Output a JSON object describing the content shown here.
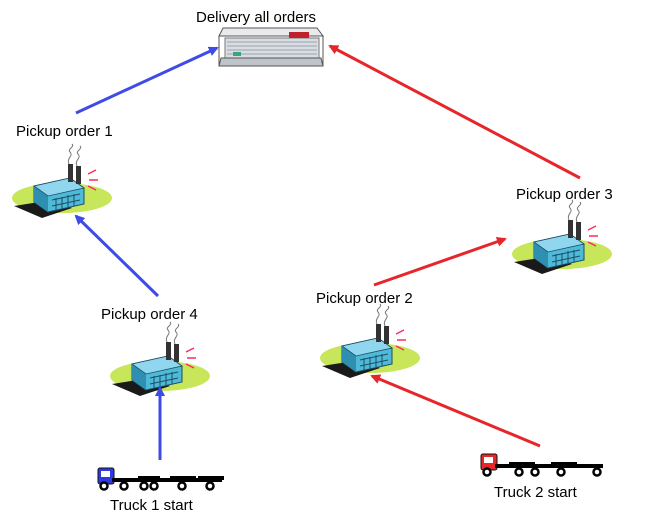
{
  "labels": {
    "delivery": "Delivery all orders",
    "pickup_1": "Pickup order 1",
    "pickup_2": "Pickup order 2",
    "pickup_3": "Pickup order 3",
    "pickup_4": "Pickup order 4",
    "truck_1_start": "Truck 1 start",
    "truck_2_start": "Truck 2 start"
  },
  "routes": [
    {
      "truck": "Truck 1",
      "color": "#3f4be6",
      "stops": [
        "Truck 1 start",
        "Pickup order 4",
        "Pickup order 1",
        "Delivery all orders"
      ]
    },
    {
      "truck": "Truck 2",
      "color": "#e6262a",
      "stops": [
        "Truck 2 start",
        "Pickup order 2",
        "Pickup order 3",
        "Delivery all orders"
      ]
    }
  ],
  "icons": {
    "depot": "warehouse-icon",
    "pickup": "factory-icon",
    "truck": "truck-icon"
  },
  "colors": {
    "truck_1": "#3f4be6",
    "truck_2": "#e6262a",
    "factory_body": "#4fb9d8",
    "ground": "#c8e65a"
  }
}
